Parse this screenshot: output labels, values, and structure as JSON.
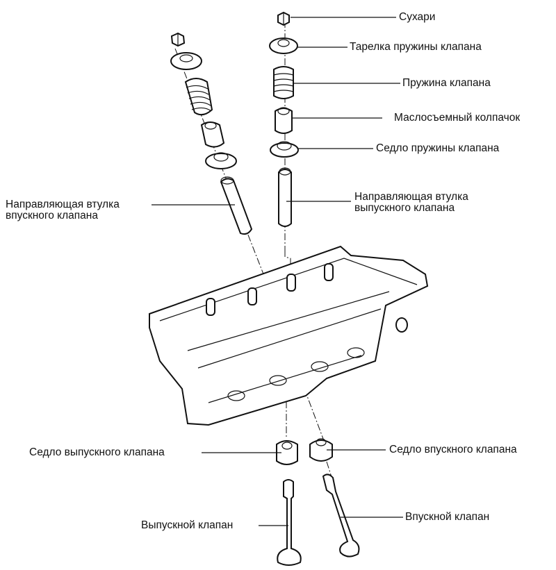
{
  "diagram": {
    "title": "Головка блока цилиндров — детали клапанного механизма",
    "labels": {
      "keepers": "Сухари",
      "spring_retainer": "Тарелка пружины клапана",
      "valve_spring": "Пружина клапана",
      "oil_seal": "Маслосъемный колпачок",
      "spring_seat": "Седло пружины клапана",
      "exhaust_guide_line1": "Направляющая втулка",
      "exhaust_guide_line2": "выпускного клапана",
      "intake_guide_line1": "Направляющая втулка",
      "intake_guide_line2": "впускного клапана",
      "exhaust_seat": "Седло выпускного клапана",
      "intake_seat": "Седло впускного клапана",
      "exhaust_valve": "Выпускной клапан",
      "intake_valve": "Впускной клапан"
    }
  }
}
